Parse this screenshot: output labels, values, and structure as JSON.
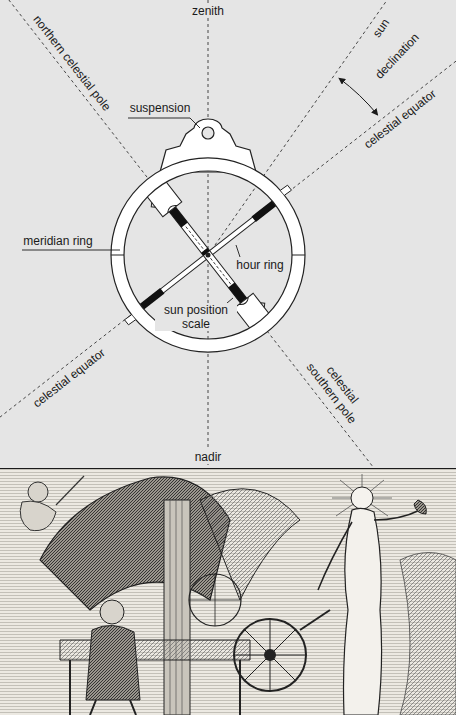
{
  "diagram": {
    "labels": [
      "zenith",
      "northern celestial pole",
      "sun",
      "declination",
      "celestial equator",
      "suspension",
      "meridian ring",
      "sun position scale",
      "hour ring",
      "celestial equator",
      "celestial southern pole",
      "nadir"
    ]
  }
}
